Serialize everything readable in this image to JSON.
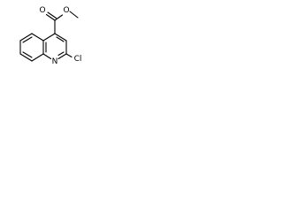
{
  "molecule": {
    "atoms": {
      "carbonyl_oxygen": "O",
      "ester_oxygen": "O",
      "ring_nitrogen": "N",
      "chlorine": "Cl"
    },
    "colors": {
      "bond": "#000000",
      "label": "#000000",
      "background": "#ffffff"
    }
  }
}
